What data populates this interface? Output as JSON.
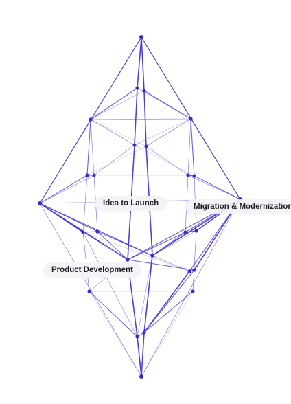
{
  "colors": {
    "wire": "#4f3fd8",
    "node": "#3a2ad0",
    "label_bg": "#f3f3f6",
    "label_text": "#1d1d24"
  },
  "labels": {
    "idea_to_launch": "Idea to Launch",
    "migration_modernization": "Migration & Modernization",
    "product_development": "Product Development"
  }
}
